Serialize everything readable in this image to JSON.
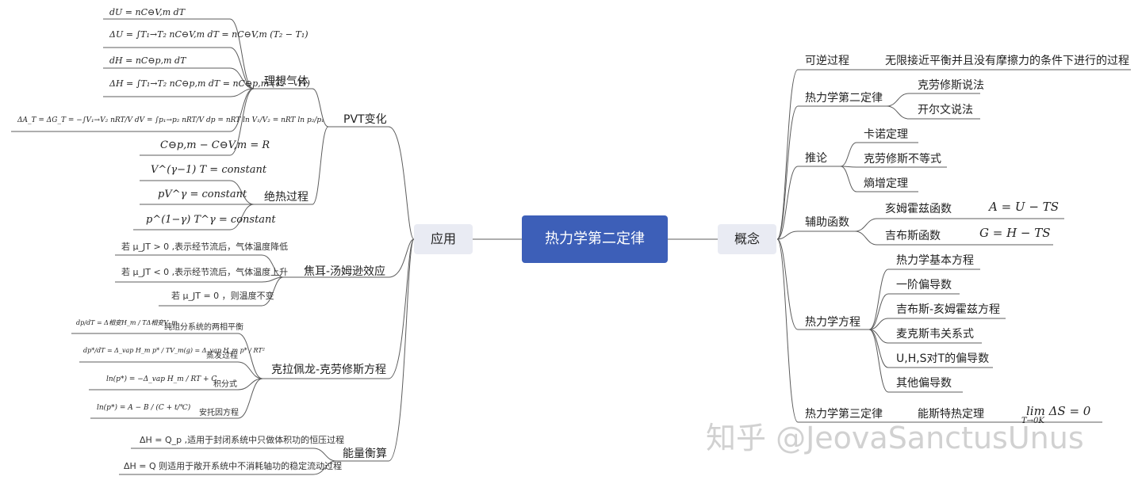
{
  "central": "热力学第二定律",
  "left_main": "应用",
  "right_main": "概念",
  "application": {
    "pvt": "PVT变化",
    "ideal_gas": "理想气体",
    "adiabatic": "绝热过程",
    "joule_thomson": "焦耳-汤姆逊效应",
    "clapeyron": "克拉佩龙-克劳修斯方程",
    "energy": "能量衡算",
    "ideal_formulas": [
      "dU = nC⊖V,m dT",
      "ΔU = ∫T₁→T₂ nC⊖V,m dT = nC⊖V,m (T₂ − T₁)",
      "dH = nC⊖p,m dT",
      "ΔH = ∫T₁→T₂ nC⊖p,m dT = nC⊖p,m (T₂ − T₁)",
      "ΔA_T = ΔG_T = −∫V₁→V₂ nRT/V dV = ∫p₁→p₂ nRT/V dp = nRT ln V₁/V₂ = nRT ln p₂/p₁",
      "C⊖p,m − C⊖V,m = R"
    ],
    "adiabatic_formulas": [
      "V^(γ−1) T = constant",
      "pV^γ = constant",
      "p^(1−γ) T^γ = constant"
    ],
    "jt_items": [
      "若 μ_JT > 0 ,表示经节流后，气体温度降低",
      "若 μ_JT < 0 ,表示经节流后，气体温度上升",
      "若 μ_JT = 0 ，则温度不变"
    ],
    "clapeyron_items": [
      {
        "formula": "dp/dT = Δ相变H_m / TΔ相变V_m",
        "label": "纯组分系统的两相平衡"
      },
      {
        "formula": "dp*/dT = Δ_vap H_m p* / TV_m(g) = Δ_vap H_m p* / RT²",
        "label": "蒸发过程"
      },
      {
        "formula": "ln(p*) = −Δ_vap H_m / RT + C",
        "label": "积分式"
      },
      {
        "formula": "ln(p*) = A − B / (C + t/℃)",
        "label": "安托因方程"
      }
    ],
    "energy_items": [
      "ΔH = Q_p ,适用于封闭系统中只做体积功的恒压过程",
      "ΔH = Q 则适用于敞开系统中不消耗轴功的稳定流动过程"
    ]
  },
  "concept": {
    "reversible": "可逆过程",
    "reversible_desc": "无限接近平衡并且没有摩擦力的条件下进行的过程",
    "second_law": "热力学第二定律",
    "clausius": "克劳修斯说法",
    "kelvin": "开尔文说法",
    "inference": "推论",
    "carnot": "卡诺定理",
    "clausius_ineq": "克劳修斯不等式",
    "entropy": "熵增定理",
    "aux": "辅助函数",
    "helmholtz": "亥姆霍兹函数",
    "helmholtz_f": "A = U − TS",
    "gibbs": "吉布斯函数",
    "gibbs_f": "G = H − TS",
    "equations": "热力学方程",
    "eq_items": [
      "热力学基本方程",
      "一阶偏导数",
      "吉布斯-亥姆霍兹方程",
      "麦克斯韦关系式",
      "U,H,S对T的偏导数",
      "其他偏导数"
    ],
    "third_law": "热力学第三定律",
    "nernst": "能斯特热定理",
    "nernst_f": "lim ΔS = 0",
    "nernst_sub": "T→0K"
  },
  "watermark": "知乎 @JeovaSanctusUnus",
  "colors": {
    "central_bg": "#3d5fb8",
    "main_bg": "#e9ebf3",
    "line": "#666666"
  }
}
